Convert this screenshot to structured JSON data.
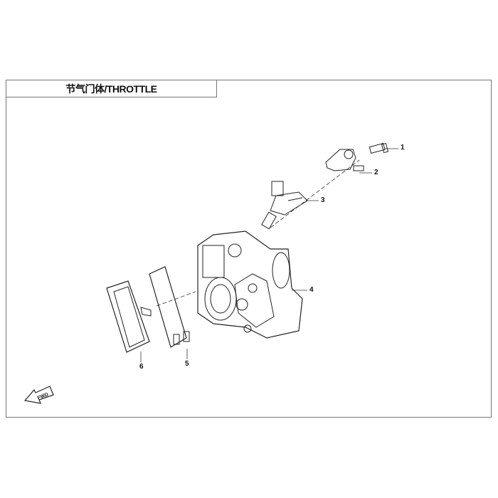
{
  "title": "节气门体/THROTTLE",
  "fwd_label": "FWD",
  "callouts": [
    "1",
    "2",
    "3",
    "4",
    "5",
    "6"
  ]
}
